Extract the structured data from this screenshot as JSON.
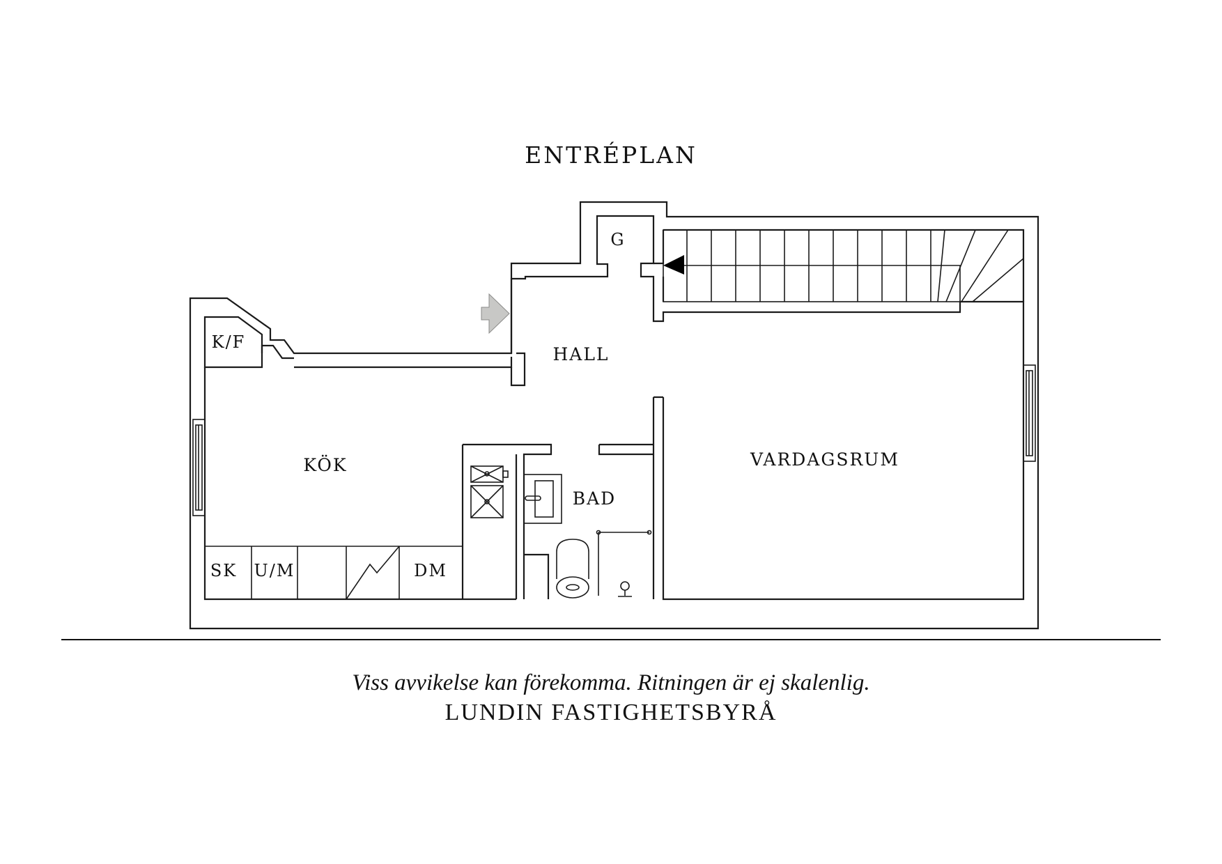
{
  "header": {
    "title": "ENTRÉPLAN"
  },
  "rooms": {
    "g": "G",
    "hall": "HALL",
    "kf": "K/F",
    "kok": "KÖK",
    "bad": "BAD",
    "vardagsrum": "VARDAGSRUM",
    "sk": "SK",
    "um": "U/M",
    "dm": "DM"
  },
  "footer": {
    "disclaimer": "Viss avvikelse kan förekomma. Ritningen är ej skalenlig.",
    "brand": "LUNDIN FASTIGHETSBYRÅ"
  },
  "colors": {
    "line": "#1a1a1a",
    "entry_arrow": "#c8c8c6",
    "background": "#ffffff"
  },
  "icons": {
    "entry": "entry-arrow-icon",
    "stair_direction": "stair-arrow-icon"
  }
}
